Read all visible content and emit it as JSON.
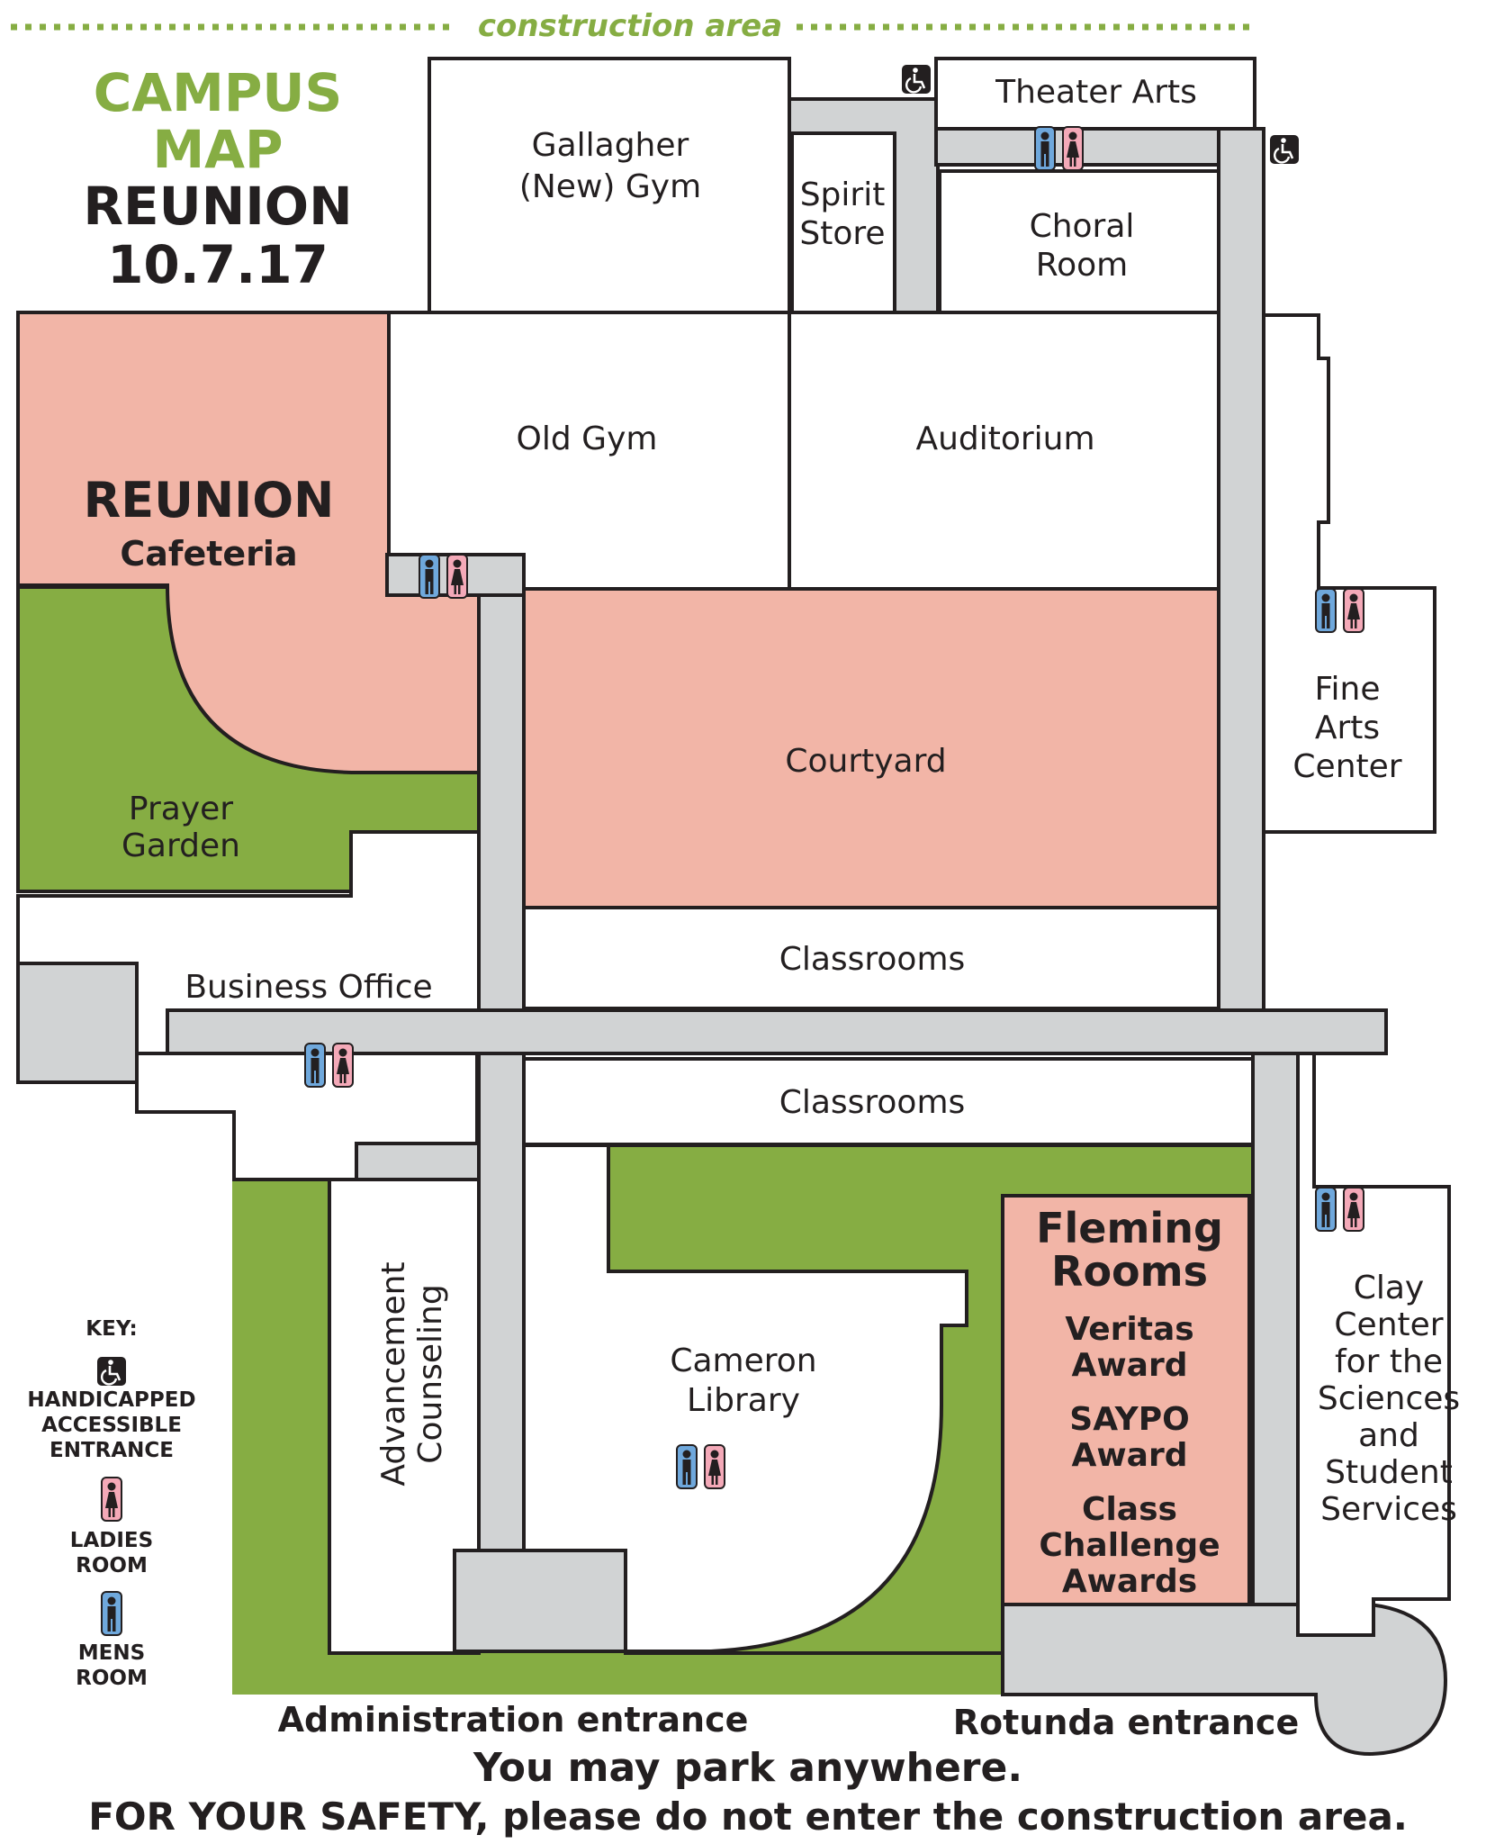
{
  "banner": {
    "text": "construction area"
  },
  "title": {
    "line1": "CAMPUS",
    "line2": "MAP",
    "line3": "REUNION",
    "line4": "10.7.17"
  },
  "colors": {
    "accent_green": "#86ad43",
    "highlight_pink": "#f2b5a7",
    "hallway_gray": "#d1d3d4",
    "men_blue": "#6fa8dc",
    "women_pink": "#f4a9b8"
  },
  "buildings": {
    "gallagher": [
      "Gallagher",
      "(New) Gym"
    ],
    "spirit_store": [
      "Spirit",
      "Store"
    ],
    "theater_arts": "Theater Arts",
    "choral_room": [
      "Choral",
      "Room"
    ],
    "old_gym": "Old Gym",
    "auditorium": "Auditorium",
    "reunion": "REUNION",
    "cafeteria": "Cafeteria",
    "prayer_garden": [
      "Prayer",
      "Garden"
    ],
    "courtyard": "Courtyard",
    "fine_arts": [
      "Fine",
      "Arts",
      "Center"
    ],
    "classrooms_top": "Classrooms",
    "business_office": "Business Office",
    "classrooms_bottom": "Classrooms",
    "advancement": "Advancement",
    "counseling": "Counseling",
    "cameron_library": [
      "Cameron",
      "Library"
    ],
    "fleming_rooms": [
      "Fleming",
      "Rooms"
    ],
    "veritas": [
      "Veritas",
      "Award"
    ],
    "saypo": [
      "SAYPO",
      "Award"
    ],
    "class_challenge": [
      "Class",
      "Challenge",
      "Awards"
    ],
    "clay_center": [
      "Clay",
      "Center",
      "for the",
      "Sciences",
      "and",
      "Student",
      "Services"
    ]
  },
  "key": {
    "title": "KEY:",
    "handicapped": [
      "HANDICAPPED",
      "ACCESSIBLE",
      "ENTRANCE"
    ],
    "ladies": [
      "LADIES",
      "ROOM"
    ],
    "mens": [
      "MENS",
      "ROOM"
    ]
  },
  "entrances": {
    "administration": "Administration entrance",
    "rotunda": "Rotunda entrance"
  },
  "footer": {
    "line1": "You may park anywhere.",
    "line2": "FOR YOUR SAFETY, please do not enter the construction area."
  }
}
